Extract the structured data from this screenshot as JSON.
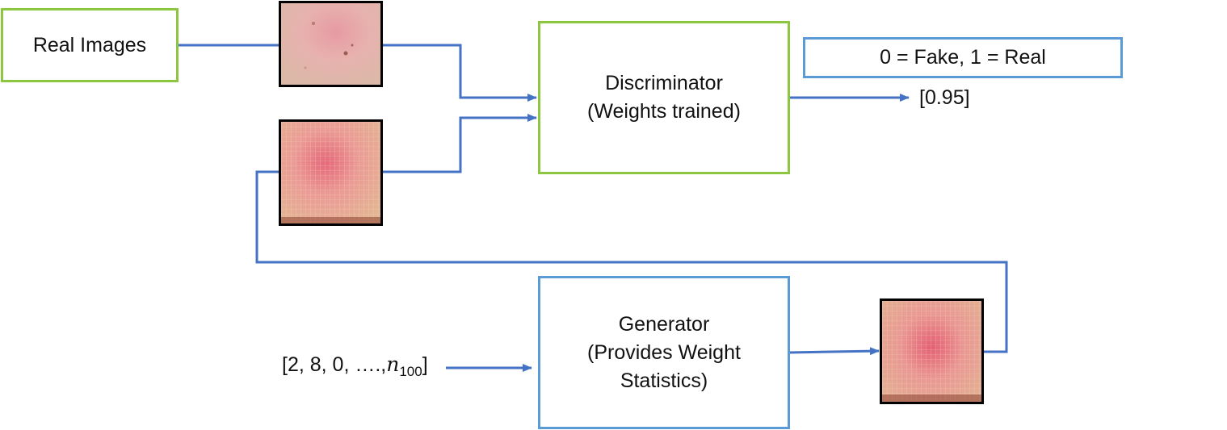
{
  "real_images": {
    "label": "Real Images"
  },
  "discriminator": {
    "line1": "Discriminator",
    "line2": "(Weights trained)"
  },
  "legend": {
    "label": "0 = Fake, 1 = Real"
  },
  "output": {
    "value": "[0.95]"
  },
  "generator": {
    "line1": "Generator",
    "line2": "(Provides Weight",
    "line3": "Statistics)"
  },
  "noise": {
    "prefix": "[2, 8, 0, ….,",
    "var": "n",
    "sub": "100",
    "suffix": "]"
  },
  "colors": {
    "green": "#8dc63f",
    "blue": "#5b9bd5",
    "arrow": "#4472c4"
  }
}
